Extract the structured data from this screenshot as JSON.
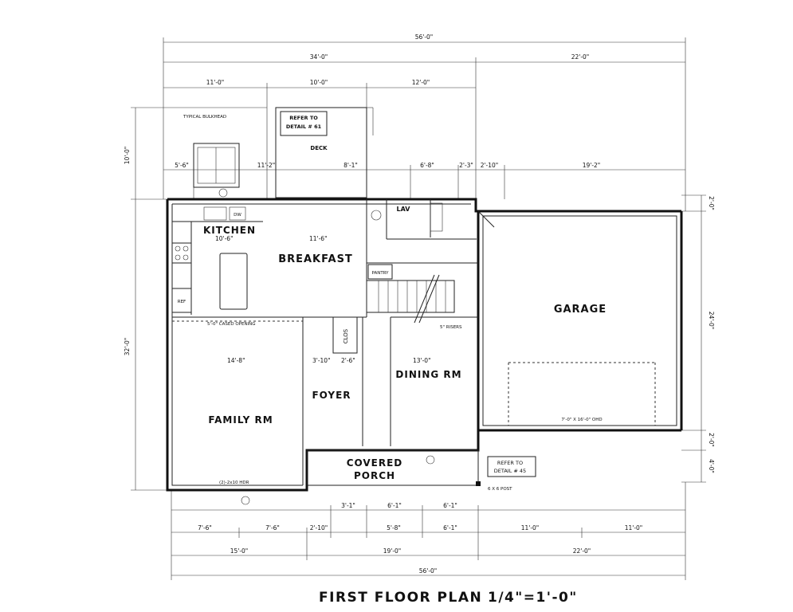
{
  "title": {
    "text": "FIRST FLOOR PLAN",
    "scale": "1/4\"=1'-0\""
  },
  "rooms": {
    "kitchen": "KITCHEN",
    "breakfast": "BREAKFAST",
    "family": "FAMILY RM",
    "foyer": "FOYER",
    "dining": "DINING RM",
    "garage": "GARAGE",
    "covered_porch_1": "COVERED",
    "covered_porch_2": "PORCH",
    "deck": "DECK",
    "lav": "LAV",
    "pantry": "PANTRY",
    "clos": "CLOS",
    "ref": "REF",
    "dw": "DW"
  },
  "notes": {
    "refer_61_a": "REFER TO",
    "refer_61_b": "DETAIL # 61",
    "refer_45_a": "REFER TO",
    "refer_45_b": "DETAIL # 45",
    "bulkhead": "TYPICAL BULKHEAD",
    "cased_opening": "5'-0\" CASED OPENING",
    "header": "(2)-2x10 HDR",
    "post": "6 X 6 POST",
    "garage_door": "7'-0\" X 16'-0\" OHD",
    "risers": "5\" RISERS"
  },
  "dims": {
    "overall": "56'-0\"",
    "d34": "34'-0\"",
    "d22": "22'-0\"",
    "d11": "11'-0\"",
    "d10": "10'-0\"",
    "d12": "12'-0\"",
    "d5_6": "5'-6\"",
    "d11_2": "11'-2\"",
    "d8_1": "8'-1\"",
    "d6_8": "6'-8\"",
    "d2_3": "2'-3\"",
    "d2_10": "2'-10\"",
    "d19_2": "19'-2\"",
    "d10_6": "10'-6\"",
    "d11_6": "11'-6\"",
    "d14_8": "14'-8\"",
    "d3_10": "3'-10\"",
    "d2_6": "2'-6\"",
    "d13_0": "13'-0\"",
    "d15_0": "15'-0\"",
    "d19_0": "19'-0\"",
    "d7_6": "7'-6\"",
    "d5_8": "5'-8\"",
    "d6_1": "6'-1\"",
    "d3_1": "3'-1\"",
    "d4_0": "4'-0\"",
    "d2_0": "2'-0\"",
    "d24_0": "24'-0\"",
    "d32_0": "32'-0\"",
    "d10_0": "10'-0\""
  }
}
